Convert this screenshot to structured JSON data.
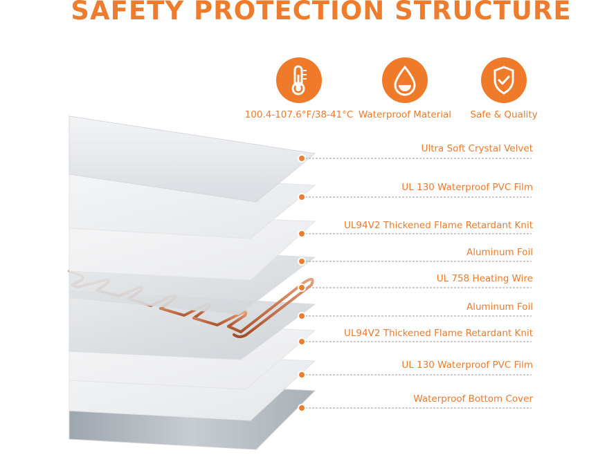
{
  "title": "SAFETY PROTECTION STRUCTURE",
  "features": [
    {
      "icon": "thermometer-icon",
      "label": "100.4-107.6°F/38-41°C"
    },
    {
      "icon": "water-drop-icon",
      "label": "Waterproof Material"
    },
    {
      "icon": "shield-check-icon",
      "label": "Safe & Quality"
    }
  ],
  "layers": [
    {
      "label": "Ultra Soft Crystal Velvet"
    },
    {
      "label": "UL 130 Waterproof PVC Film"
    },
    {
      "label": "UL94V2 Thickened Flame Retardant Knit"
    },
    {
      "label": "Aluminum Foil"
    },
    {
      "label": "UL 758 Heating Wire"
    },
    {
      "label": "Aluminum Foil"
    },
    {
      "label": "UL94V2 Thickened Flame Retardant Knit"
    },
    {
      "label": "UL 130 Waterproof PVC Film"
    },
    {
      "label": "Waterproof Bottom Cover"
    }
  ],
  "colors": {
    "accent": "#ee7c2c",
    "copper": "#c86a3c"
  }
}
